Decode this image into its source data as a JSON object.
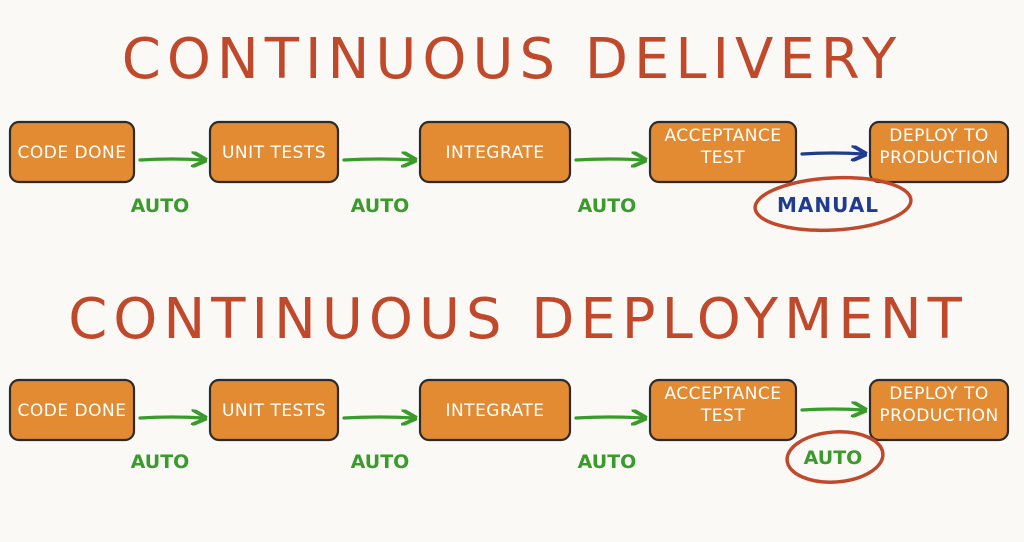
{
  "colors": {
    "title": "#c0492b",
    "box_fill": "#e38b33",
    "box_stroke": "#2b2b2b",
    "auto_arrow": "#3a9a2c",
    "manual_arrow": "#1f3c8f",
    "highlight_circle": "#c0492b",
    "background": "#faf9f6"
  },
  "sections": [
    {
      "title": "CONTINUOUS DELIVERY",
      "steps": [
        [
          "CODE DONE"
        ],
        [
          "UNIT TESTS"
        ],
        [
          "INTEGRATE"
        ],
        [
          "ACCEPTANCE",
          "TEST"
        ],
        [
          "DEPLOY TO",
          "PRODUCTION"
        ]
      ],
      "transitions": [
        "AUTO",
        "AUTO",
        "AUTO",
        "MANUAL"
      ],
      "final_transition": "manual"
    },
    {
      "title": "CONTINUOUS DEPLOYMENT",
      "steps": [
        [
          "CODE DONE"
        ],
        [
          "UNIT TESTS"
        ],
        [
          "INTEGRATE"
        ],
        [
          "ACCEPTANCE",
          "TEST"
        ],
        [
          "DEPLOY TO",
          "PRODUCTION"
        ]
      ],
      "transitions": [
        "AUTO",
        "AUTO",
        "AUTO",
        "AUTO"
      ],
      "final_transition": "auto"
    }
  ]
}
